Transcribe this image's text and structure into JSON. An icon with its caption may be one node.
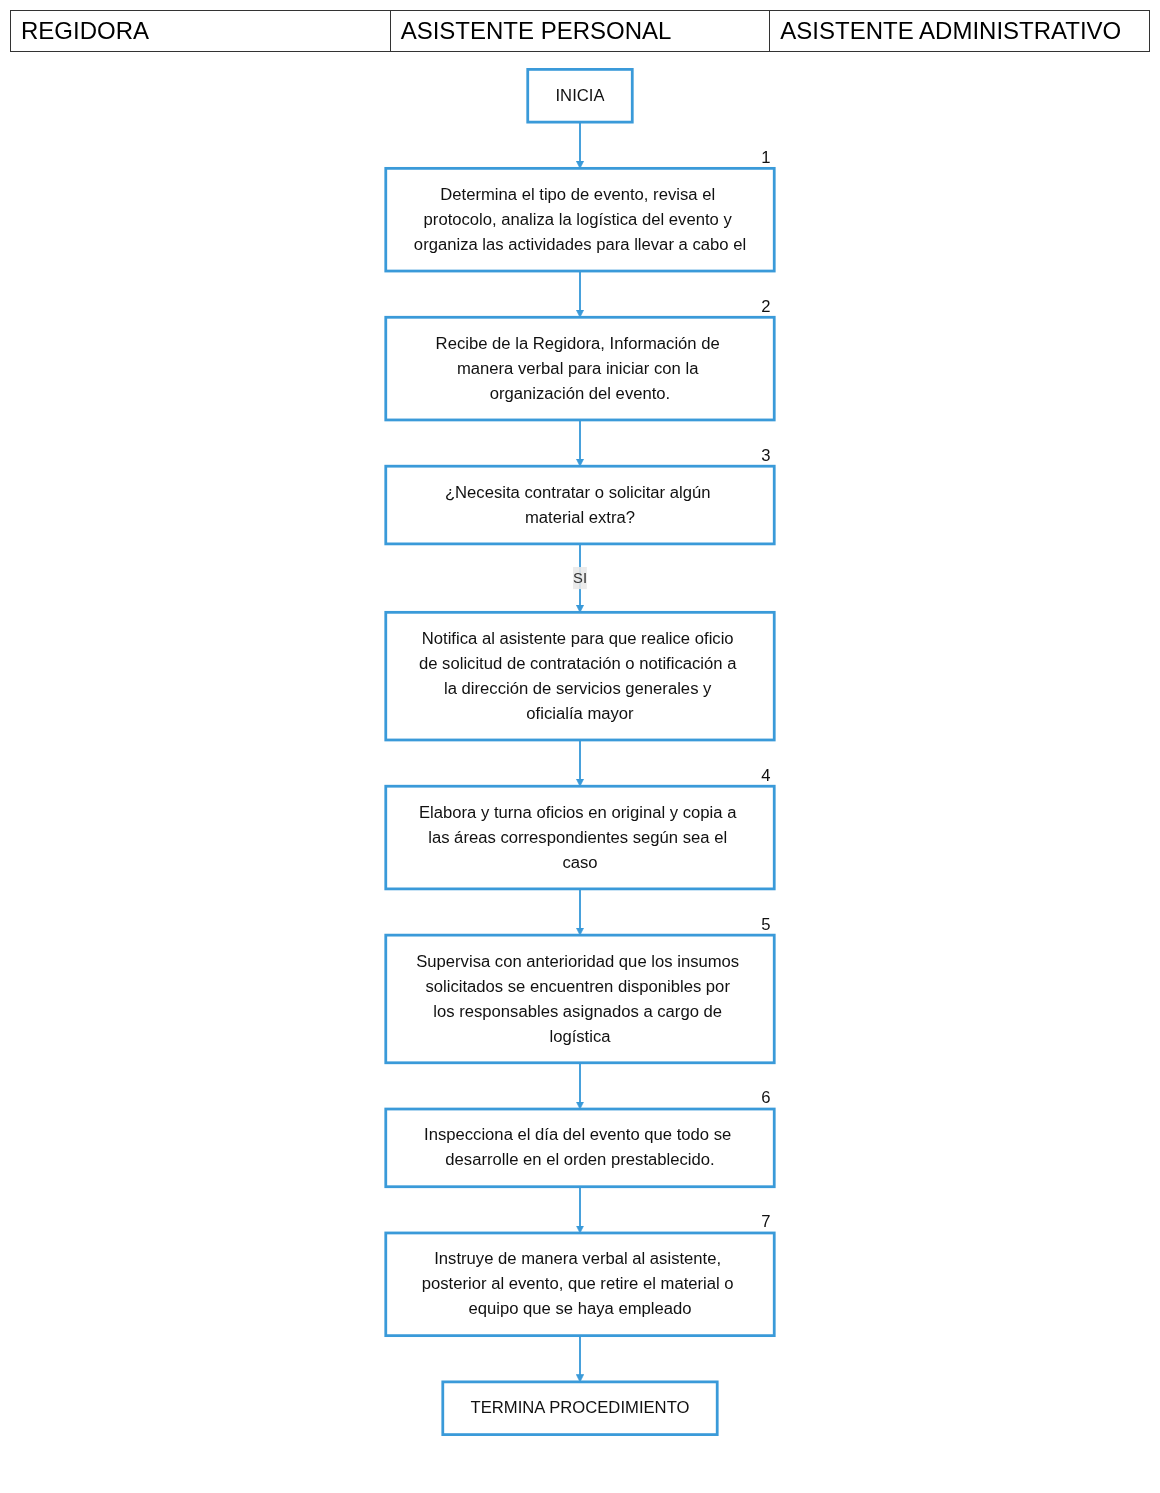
{
  "diagram": {
    "nodes": [
      {
        "text": [
          "INICIA"
        ]
      },
      {
        "text": [
          "Determina el tipo de evento, revisa el protocolo, analiza la logística del evento y organiza las actividades para llevar a cabo el"
        ],
        "beside": [
          "1"
        ]
      },
      {
        "text": [
          "Recibe de la Regidora, Información de manera verbal para iniciar con la organización del evento."
        ],
        "beside": [
          "2"
        ]
      },
      {
        "text": [
          "¿Necesita contratar o solicitar algún material extra?"
        ],
        "beside": [
          "3"
        ]
      },
      {
        "text": [
          "Notifica al asistente para que realice oficio de solicitud de contratación o notificación a la dirección de servicios generales y oficialía mayor"
        ]
      },
      {
        "text": [
          "Elabora y turna oficios en original y copia a las áreas correspondientes según sea el caso"
        ],
        "beside": [
          "4"
        ]
      },
      {
        "text": [
          "Supervisa con anterioridad que los insumos solicitados se encuentren disponibles por los responsables asignados a cargo de logística"
        ],
        "beside": [
          "5"
        ]
      },
      {
        "text": [
          "Inspecciona el día del evento que todo se desarrolle en el orden prestablecido."
        ],
        "beside": [
          "6"
        ]
      },
      {
        "text": [
          "Instruye de manera verbal al asistente, posterior al evento, que retire el material o equipo que se haya empleado"
        ],
        "beside": [
          "7"
        ]
      },
      {
        "text": [
          "TERMINA PROCEDIMIENTO"
        ]
      }
    ],
    "edges": [
      {
        "from": 0,
        "to": 1,
        "arrow": "to"
      },
      {
        "from": 1,
        "to": 2,
        "arrow": "to"
      },
      {
        "from": 2,
        "to": 3,
        "arrow": "to"
      },
      {
        "from": 3,
        "to": 4,
        "arrow": "to",
        "label": "SI"
      },
      {
        "from": 4,
        "to": 5,
        "arrow": "to"
      },
      {
        "from": 5,
        "to": 6,
        "arrow": "to"
      },
      {
        "from": 6,
        "to": 7,
        "arrow": "to"
      },
      {
        "from": 7,
        "to": 8,
        "arrow": "to"
      },
      {
        "from": 8,
        "to": 9,
        "arrow": "to"
      }
    ],
    "labels": [
      "REGIDORA",
      "ASISTENTE PERSONAL",
      "ASISTENTE ADMINISTRATIVO"
    ]
  }
}
